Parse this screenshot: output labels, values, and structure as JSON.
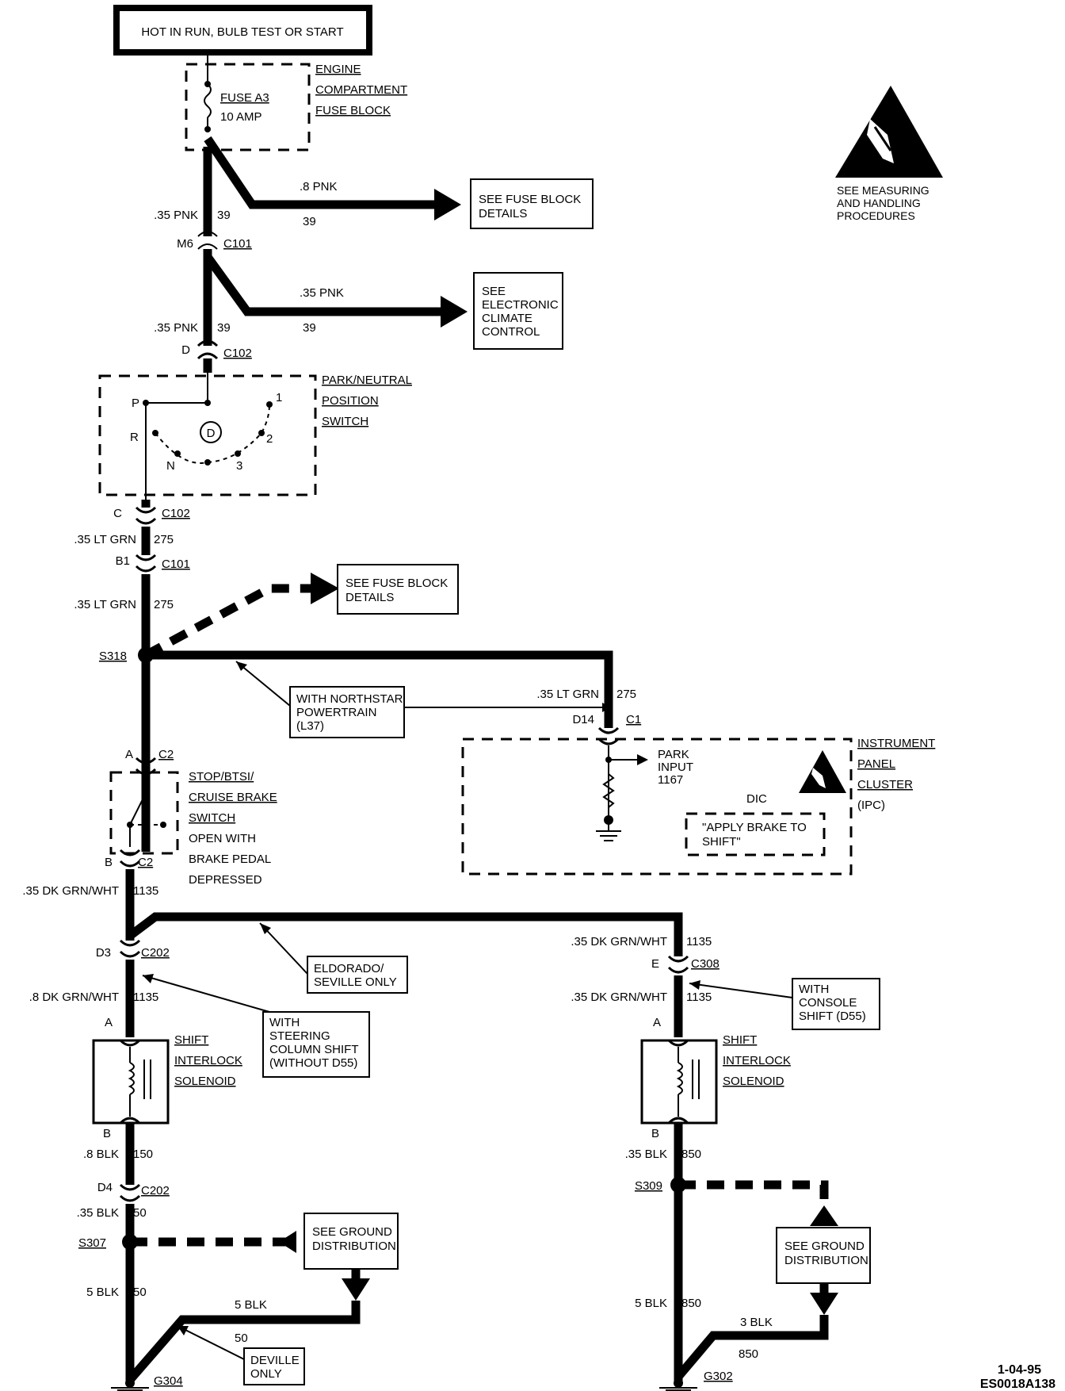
{
  "header": {
    "title": "HOT IN RUN, BULB TEST OR START"
  },
  "fuse_block": {
    "fuse_name": "FUSE A3",
    "fuse_rating": "10 AMP",
    "component": [
      "ENGINE",
      "COMPARTMENT",
      "FUSE BLOCK"
    ]
  },
  "esd_notice": [
    "SEE MEASURING",
    "AND HANDLING",
    "PROCEDURES"
  ],
  "wires": {
    "w1_size": ".8 PNK",
    "w1_circuit": "39",
    "w2_size": ".35 PNK",
    "w2_circuit": "39",
    "w3_size": ".35 PNK",
    "w3_circuit": "39",
    "w4_size": ".35 PNK",
    "w4_circuit": "39",
    "w5_size": ".35 LT GRN",
    "w5_circuit": "275",
    "w6_size": ".35 LT GRN",
    "w6_circuit": "275",
    "w7_size": ".35 LT GRN",
    "w7_circuit": "275",
    "w8_size": ".35 DK GRN/WHT",
    "w8_circuit": "1135",
    "w9_size": ".35 DK GRN/WHT",
    "w9_circuit": "1135",
    "w10_size": ".8 DK GRN/WHT",
    "w10_circuit": "1135",
    "w11_size": ".35 DK GRN/WHT",
    "w11_circuit": "1135",
    "w12_size": ".8 BLK",
    "w12_circuit": "150",
    "w13_size": ".35 BLK",
    "w13_circuit": "50",
    "w14_size": "5 BLK",
    "w14_circuit": "50",
    "w15_size": "5 BLK",
    "w15_circuit": "50",
    "w16_size": ".35 BLK",
    "w16_circuit": "850",
    "w17_size": "5 BLK",
    "w17_circuit": "850",
    "w18_size": "3 BLK",
    "w18_circuit": "850"
  },
  "refs": {
    "fuse_details_1": [
      "SEE FUSE BLOCK",
      "DETAILS"
    ],
    "climate": [
      "SEE",
      "ELECTRONIC",
      "CLIMATE",
      "CONTROL"
    ],
    "fuse_details_2": [
      "SEE FUSE BLOCK",
      "DETAILS"
    ],
    "ground_1": [
      "SEE GROUND",
      "DISTRIBUTION"
    ],
    "ground_2": [
      "SEE GROUND",
      "DISTRIBUTION"
    ]
  },
  "connectors": {
    "c101_a_pin": "M6",
    "c101_a": "C101",
    "c102_a_pin": "D",
    "c102_a": "C102",
    "c102_b_pin": "C",
    "c102_b": "C102",
    "c101_b_pin": "B1",
    "c101_b": "C101",
    "c1_pin": "D14",
    "c1": "C1",
    "c2_a_pin": "A",
    "c2_a": "C2",
    "c2_b_pin": "B",
    "c2_b": "C2",
    "c202_a_pin": "D3",
    "c202_a": "C202",
    "c308_pin": "E",
    "c308": "C308",
    "c202_b_pin": "D4",
    "c202_b": "C202",
    "sol1_a": "A",
    "sol1_b": "B",
    "sol2_a": "A",
    "sol2_b": "B"
  },
  "splices": {
    "s318": "S318",
    "s307": "S307",
    "s309": "S309"
  },
  "grounds": {
    "g304": "G304",
    "g302": "G302"
  },
  "pn_switch": {
    "label": [
      "PARK/NEUTRAL",
      "POSITION",
      "SWITCH"
    ],
    "positions": {
      "p": "P",
      "r": "R",
      "n": "N",
      "d": "D",
      "one": "1",
      "two": "2",
      "three": "3"
    }
  },
  "ipc": {
    "label": [
      "INSTRUMENT",
      "PANEL",
      "CLUSTER",
      "(IPC)"
    ],
    "park_input": [
      "PARK",
      "INPUT",
      "1167"
    ],
    "dic": "DIC",
    "message": [
      "\"APPLY BRAKE TO",
      "SHIFT\""
    ]
  },
  "brake_switch": {
    "label": [
      "STOP/BTSI/",
      "CRUISE BRAKE",
      "SWITCH"
    ],
    "note": [
      "OPEN WITH",
      "BRAKE PEDAL",
      "DEPRESSED"
    ]
  },
  "solenoid_1": [
    "SHIFT",
    "INTERLOCK",
    "SOLENOID"
  ],
  "solenoid_2": [
    "SHIFT",
    "INTERLOCK",
    "SOLENOID"
  ],
  "notes": {
    "northstar": [
      "WITH NORTHSTAR",
      "POWERTRAIN",
      "(L37)"
    ],
    "eldorado": [
      "ELDORADO/",
      "SEVILLE ONLY"
    ],
    "steering": [
      "WITH",
      "STEERING",
      "COLUMN SHIFT",
      "(WITHOUT D55)"
    ],
    "console": [
      "WITH",
      "CONSOLE",
      "SHIFT (D55)"
    ],
    "deville": [
      "DEVILLE",
      "ONLY"
    ]
  },
  "footer": {
    "date": "1-04-95",
    "doc_id": "ES0018A138"
  }
}
